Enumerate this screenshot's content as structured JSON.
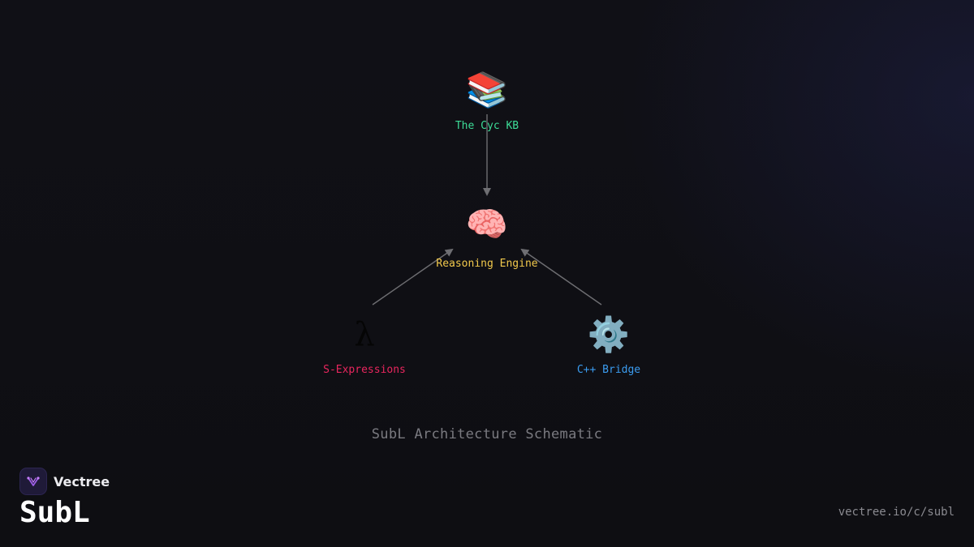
{
  "diagram": {
    "nodes": [
      {
        "id": "kb",
        "icon": "📚",
        "icon_name": "books-icon",
        "label": "The Cyc KB",
        "color": "#3ddc97"
      },
      {
        "id": "engine",
        "icon": "🧠",
        "icon_name": "brain-icon",
        "label": "Reasoning Engine",
        "color": "#f2c94c"
      },
      {
        "id": "sexp",
        "icon": "λ",
        "icon_name": "lambda-icon",
        "label": "S-Expressions",
        "color": "#e8265e"
      },
      {
        "id": "cpp",
        "icon": "⚙️",
        "icon_name": "gear-icon",
        "label": "C++ Bridge",
        "color": "#3b9cf0"
      }
    ],
    "edges": [
      {
        "from": "kb",
        "to": "engine"
      },
      {
        "from": "sexp",
        "to": "engine"
      },
      {
        "from": "cpp",
        "to": "engine"
      }
    ],
    "caption": "SubL Architecture Schematic",
    "edge_color": "#6e6e72"
  },
  "branding": {
    "company": "Vectree",
    "logo_icon": "vectree-logo-icon",
    "product": "SubL",
    "url": "vectree.io/c/subl"
  }
}
